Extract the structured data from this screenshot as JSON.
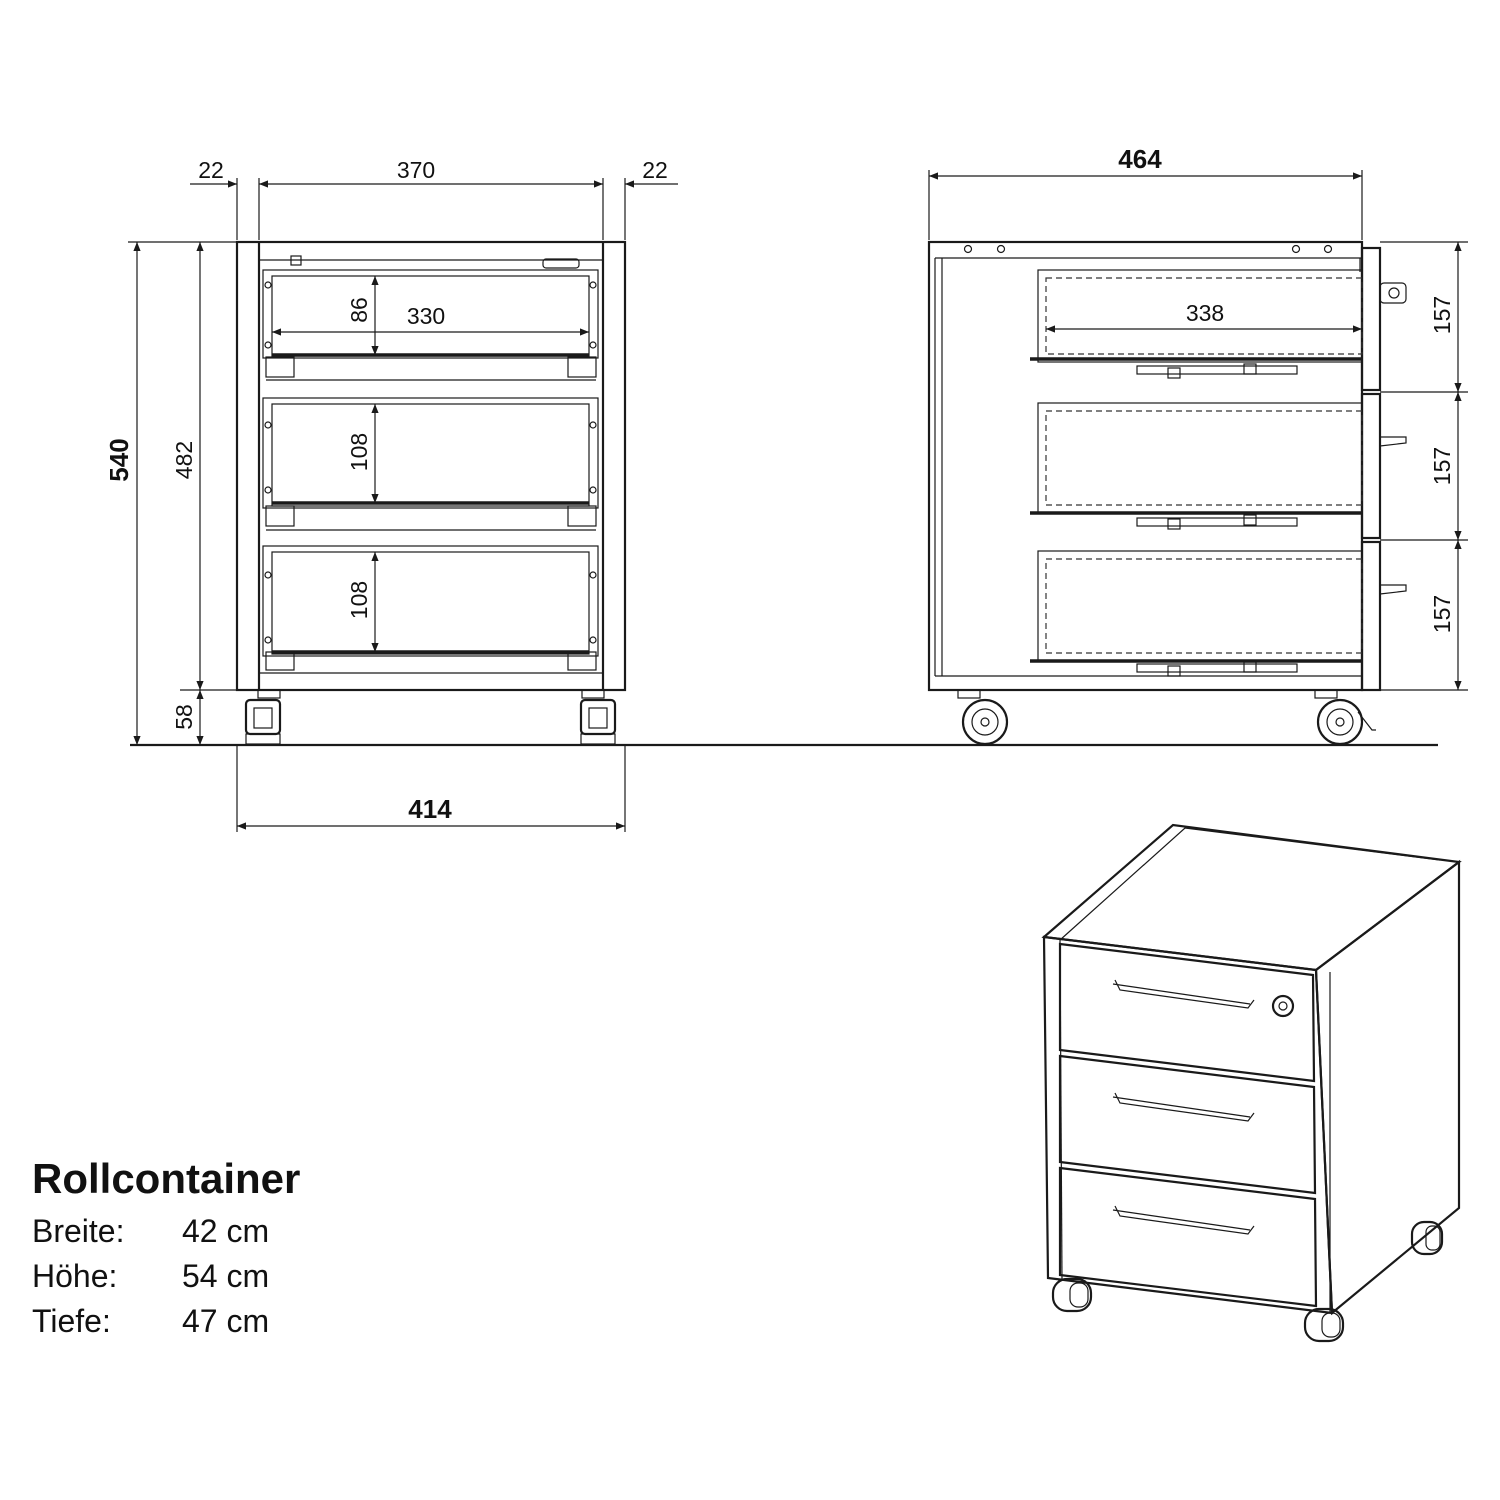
{
  "front_view": {
    "dim_side_left": "22",
    "dim_inner_width": "370",
    "dim_side_right": "22",
    "dim_total_height": "540",
    "dim_body_height": "482",
    "dim_caster_height": "58",
    "dim_total_width": "414",
    "dim_drawer1_height": "86",
    "dim_drawer_inner_width": "330",
    "dim_drawer2_height": "108",
    "dim_drawer3_height": "108"
  },
  "side_view": {
    "dim_total_depth": "464",
    "dim_drawer_depth": "338",
    "dim_front1_height": "157",
    "dim_front2_height": "157",
    "dim_front3_height": "157"
  },
  "product": {
    "title": "Rollcontainer",
    "specs": [
      {
        "label": "Breite:",
        "value": "42 cm"
      },
      {
        "label": "Höhe:",
        "value": "54 cm"
      },
      {
        "label": "Tiefe:",
        "value": "47 cm"
      }
    ]
  }
}
